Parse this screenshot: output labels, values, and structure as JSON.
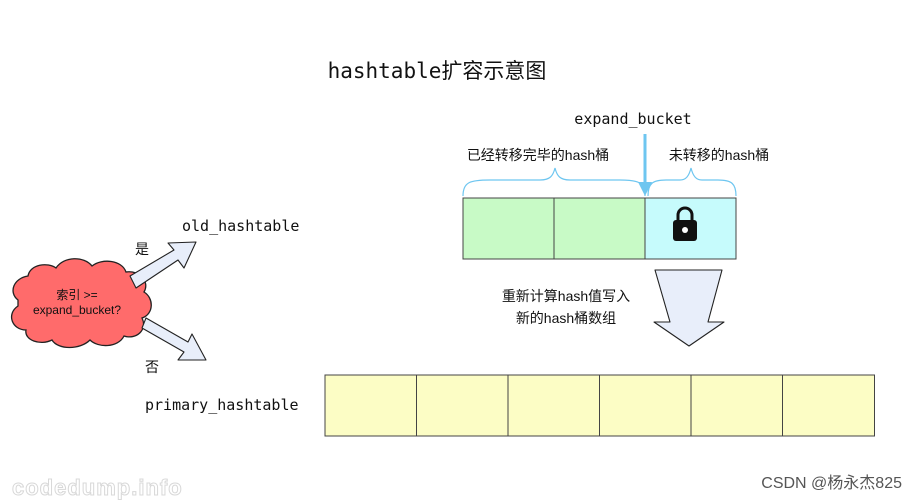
{
  "title": "hashtable扩容示意图",
  "decision": {
    "text_line1": "索引 >=",
    "text_line2": "expand_bucket?",
    "yes_label": "是",
    "no_label": "否"
  },
  "old_hashtable": {
    "label": "old_hashtable",
    "pointer_label": "expand_bucket",
    "migrated_label": "已经转移完毕的hash桶",
    "pending_label": "未转移的hash桶",
    "migrated_color": "#c8fac6",
    "pending_color": "#c6fbfc",
    "lock_icon": "lock-icon"
  },
  "rehash_note": {
    "line1": "重新计算hash值写入",
    "line2": "新的hash桶数组"
  },
  "primary_hashtable": {
    "label": "primary_hashtable",
    "bucket_color": "#fcfdc5",
    "bucket_count": 6
  },
  "colors": {
    "decision_fill": "#ff6b6b",
    "arrow_fill": "#e8eefa",
    "pointer_arrow": "#6ec6f0"
  },
  "watermark_left": "codedump.info",
  "watermark_right": "CSDN @杨永杰825"
}
